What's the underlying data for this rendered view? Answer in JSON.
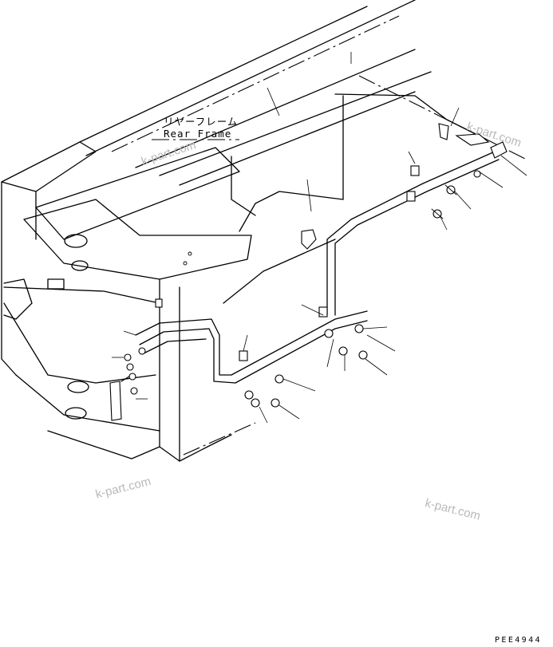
{
  "labels": {
    "frame_jp": "リヤーフレーム",
    "frame_en": "Rear Frame"
  },
  "watermarks": [
    "k-part.com",
    "k-part.com",
    "k-part.com",
    "k-part.com"
  ],
  "drawing_code": "PEE4944",
  "colors": {
    "line": "#000000",
    "watermark": "#b9b9b9",
    "background": "#ffffff"
  }
}
